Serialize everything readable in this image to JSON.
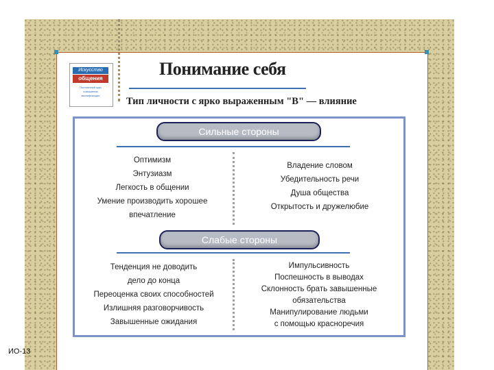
{
  "title": "Понимание себя",
  "subtitle": "Тип личности с ярко выраженным \"В\" — влияние",
  "logo": {
    "line1": "Искусство",
    "line2": "общения",
    "line3": "Постоянный курс повышения квалификации"
  },
  "strengths": {
    "header": "Сильные стороны",
    "left": [
      "Оптимизм",
      "Энтузиазм",
      "Легкость в общении",
      "Умение производить хорошее",
      "впечатление"
    ],
    "right": [
      "Владение словом",
      "Убедительность речи",
      "Душа общества",
      "Открытость и дружелюбие"
    ]
  },
  "weaknesses": {
    "header": "Слабые стороны",
    "left": [
      "Тенденция не доводить",
      "дело до конца",
      "Переоценка своих способностей",
      "Излишняя разговорчивость",
      "Завышенные ожидания"
    ],
    "right": [
      "Импульсивность",
      "Поспешность в выводах",
      "Склонность брать завышенные",
      "обязательства",
      "Манипулирование людьми",
      "с помощью красноречия"
    ]
  },
  "footer": "ИО-13"
}
